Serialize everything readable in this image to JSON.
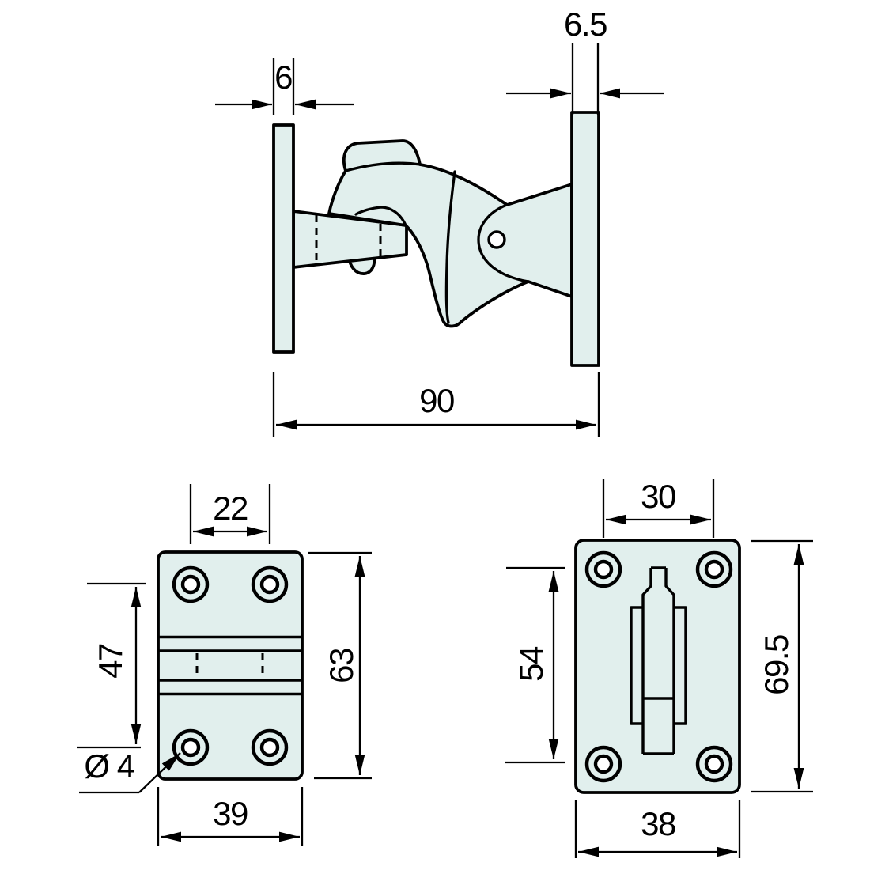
{
  "colors": {
    "page-bg": "#ffffff",
    "part-fill": "#e1efed",
    "line-color": "#000000",
    "hole-center": "#ffffff"
  },
  "views": {
    "side": {
      "left_plate_thickness": "6",
      "right_plate_thickness": "6.5",
      "overall_length": "90"
    },
    "hook_plate": {
      "hole_spacing_x": "22",
      "hole_spacing_y": "47",
      "height": "63",
      "width": "39",
      "hole_diameter": "Ø 4"
    },
    "keeper_plate": {
      "hole_spacing_x": "30",
      "hole_spacing_y": "54",
      "height": "69.5",
      "width": "38"
    }
  }
}
